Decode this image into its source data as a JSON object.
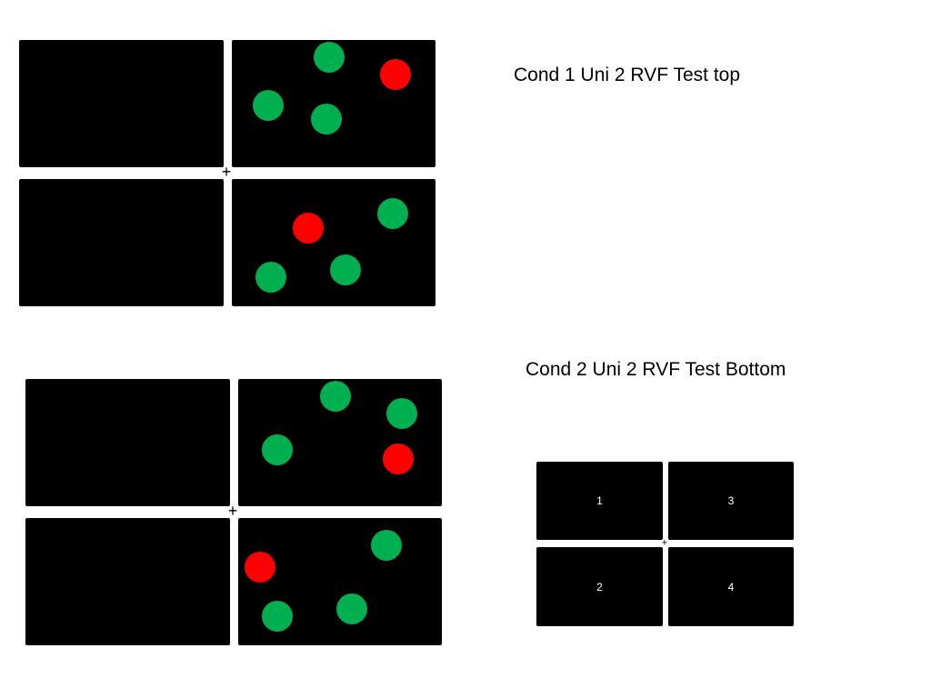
{
  "colors": {
    "background": "#ffffff",
    "quadrant": "#000000",
    "target": "#ff0000",
    "distractor": "#00b050"
  },
  "fixation": "+",
  "panels": [
    {
      "caption": "Cond 1 Uni 2 RVF Test top",
      "dots": [
        {
          "quadrant": "top-right",
          "color": "distractor",
          "icon": "green-circle-icon"
        },
        {
          "quadrant": "top-right",
          "color": "target",
          "icon": "red-circle-icon"
        },
        {
          "quadrant": "top-right",
          "color": "distractor",
          "icon": "green-circle-icon"
        },
        {
          "quadrant": "top-right",
          "color": "distractor",
          "icon": "green-circle-icon"
        },
        {
          "quadrant": "bottom-right",
          "color": "distractor",
          "icon": "green-circle-icon"
        },
        {
          "quadrant": "bottom-right",
          "color": "target",
          "icon": "red-circle-icon"
        },
        {
          "quadrant": "bottom-right",
          "color": "distractor",
          "icon": "green-circle-icon"
        },
        {
          "quadrant": "bottom-right",
          "color": "distractor",
          "icon": "green-circle-icon"
        }
      ]
    },
    {
      "caption": "Cond 2 Uni 2 RVF Test Bottom",
      "dots": [
        {
          "quadrant": "top-right",
          "color": "distractor",
          "icon": "green-circle-icon"
        },
        {
          "quadrant": "top-right",
          "color": "distractor",
          "icon": "green-circle-icon"
        },
        {
          "quadrant": "top-right",
          "color": "distractor",
          "icon": "green-circle-icon"
        },
        {
          "quadrant": "top-right",
          "color": "target",
          "icon": "red-circle-icon"
        },
        {
          "quadrant": "bottom-right",
          "color": "distractor",
          "icon": "green-circle-icon"
        },
        {
          "quadrant": "bottom-right",
          "color": "target",
          "icon": "red-circle-icon"
        },
        {
          "quadrant": "bottom-right",
          "color": "distractor",
          "icon": "green-circle-icon"
        },
        {
          "quadrant": "bottom-right",
          "color": "distractor",
          "icon": "green-circle-icon"
        }
      ]
    }
  ],
  "legend": {
    "quadrants": [
      {
        "label": "1"
      },
      {
        "label": "3"
      },
      {
        "label": "2"
      },
      {
        "label": "4"
      }
    ]
  }
}
